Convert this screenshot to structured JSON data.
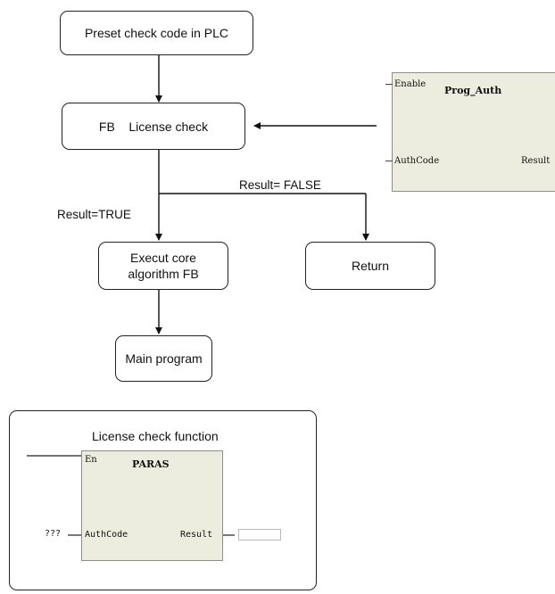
{
  "flow": {
    "preset": "Preset check code in PLC",
    "fb_check": "FB    License check",
    "execute": "Execut core\nalgorithm FB",
    "ret": "Return",
    "main": "Main program",
    "result_false": "Result= FALSE",
    "result_true": "Result=TRUE"
  },
  "prog_auth_block": {
    "enable": "Enable",
    "title": "Prog_Auth",
    "authcode": "AuthCode",
    "result": "Result"
  },
  "license_panel": {
    "title": "License check function",
    "en": "En",
    "block_title": "PARAS",
    "authcode": "AuthCode",
    "result": "Result",
    "input_value": "???"
  }
}
